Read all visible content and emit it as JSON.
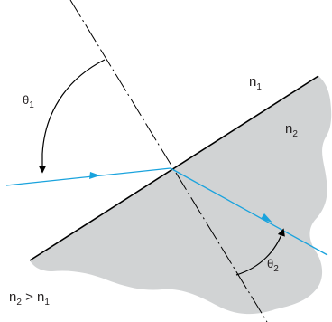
{
  "labels": {
    "medium_1": {
      "base": "n",
      "sub": "1"
    },
    "medium_2": {
      "base": "n",
      "sub": "2"
    },
    "angle_incidence": {
      "base": "θ",
      "sub": "1"
    },
    "angle_refraction": {
      "base": "θ",
      "sub": "2"
    },
    "condition": {
      "left_base": "n",
      "left_sub": "2",
      "relation": " > ",
      "right_base": "n",
      "right_sub": "1"
    }
  },
  "colors": {
    "ray": "#1aa3dd",
    "surface": "#000000",
    "normal": "#000000",
    "medium_2_fill": "#d1d3d4",
    "text": "#231f20"
  },
  "icons": {
    "incident_arrow": "arrowhead",
    "refracted_arrow": "arrowhead"
  }
}
